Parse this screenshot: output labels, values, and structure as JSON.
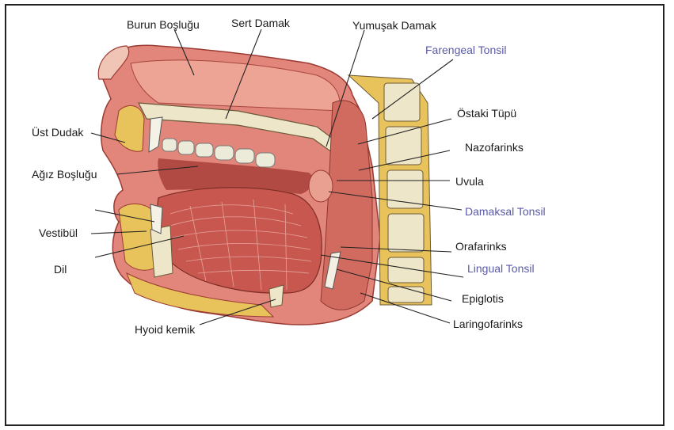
{
  "labels": {
    "burun_boslugu": "Burun Boşluğu",
    "sert_damak": "Sert Damak",
    "yumusak_damak": "Yumuşak Damak",
    "farengeal_tonsil": "Farengeal Tonsil",
    "ust_dudak": "Üst Dudak",
    "ostaki_tupu": "Östaki Tüpü",
    "nazofarinks": "Nazofarinks",
    "agiz_boslugu": "Ağız Boşluğu",
    "uvula": "Uvula",
    "damaksal_tonsil": "Damaksal Tonsil",
    "vestibul": "Vestibül",
    "orafarinks": "Orafarinks",
    "dil": "Dil",
    "lingual_tonsil": "Lingual Tonsil",
    "epiglotis": "Epiglotis",
    "hyoid_kemik": "Hyoid kemik",
    "laringofarinks": "Laringofarinks"
  },
  "colors": {
    "label_text": "#1a1a1a",
    "tonsil_label_text": "#5a5aa8",
    "tissue": "#d9776b",
    "tongue": "#c8584f",
    "bone": "#eee6c8",
    "fat": "#e8c25a"
  }
}
